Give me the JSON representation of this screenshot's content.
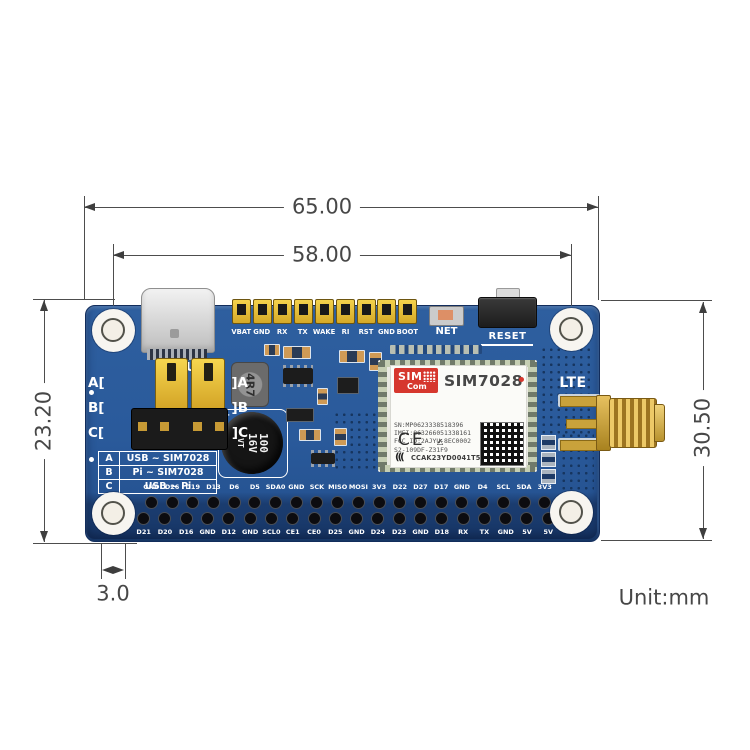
{
  "unit_label": "Unit:mm",
  "dimensions": {
    "board_width": "65.00",
    "hole_span": "58.00",
    "height_left": "23.20",
    "height_right": "30.50",
    "hole_offset": "3.0"
  },
  "board": {
    "usb_label": "USB",
    "net_label": "NET",
    "reset_label": "RESET",
    "lte_label": "LTE",
    "inductor_marking": "4R7",
    "capacitor": {
      "line1": "100",
      "line2": "16V",
      "line3": "VT",
      "polarity": "+"
    },
    "header_pins": [
      "VBAT",
      "GND",
      "RX",
      "TX",
      "WAKE",
      "RI",
      "RST",
      "GND",
      "BOOT"
    ],
    "jumper_rows": [
      {
        "left": "A[",
        "right": "]A"
      },
      {
        "left": "B[",
        "right": "]B"
      },
      {
        "left": "C[",
        "right": "]C"
      }
    ],
    "jumper_legend": [
      {
        "key": "A",
        "value": "USB ~ SIM7028"
      },
      {
        "key": "B",
        "value": "Pi ~ SIM7028"
      },
      {
        "key": "C",
        "value": "USB ~ Pi"
      }
    ],
    "module": {
      "brand_top": "SIM",
      "brand_bottom": "Com",
      "model": "SIM7028",
      "info_lines": [
        "SN:MP0623338518396",
        "IMEI:863266051338161",
        "FCC ID:2AJYU-8EC0002",
        "S2-109DF-Z31F9"
      ],
      "ce_mark": "CE",
      "triangle_mark": "△",
      "triangle_check": "✓",
      "swirl_mark": "(((",
      "cert_code": "CCAK23YD0041T5"
    },
    "gpio_row_top": [
      "GND",
      "D26",
      "D19",
      "D13",
      "D6",
      "D5",
      "SDA0",
      "GND",
      "SCK",
      "MISO",
      "MOSI",
      "3V3",
      "D22",
      "D27",
      "D17",
      "GND",
      "D4",
      "SCL",
      "SDA",
      "3V3"
    ],
    "gpio_row_bottom": [
      "D21",
      "D20",
      "D16",
      "GND",
      "D12",
      "GND",
      "SCL0",
      "CE1",
      "CE0",
      "D25",
      "GND",
      "D24",
      "D23",
      "GND",
      "D18",
      "RX",
      "TX",
      "GND",
      "5V",
      "5V"
    ]
  },
  "colors": {
    "pcb_blue": "#2a5a9b",
    "silk_white": "#ffffff",
    "header_yellow": "#eec93f",
    "sma_gold": "#d2a53c",
    "simcom_red": "#d6372e",
    "dimension_gray": "#474747"
  }
}
